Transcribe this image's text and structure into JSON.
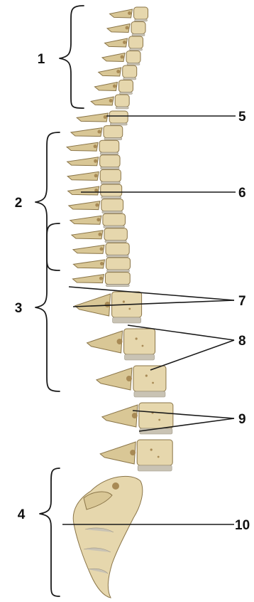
{
  "diagram": {
    "regions": [
      {
        "id": "1",
        "label": "1"
      },
      {
        "id": "2",
        "label": "2"
      },
      {
        "id": "3",
        "label": "3"
      },
      {
        "id": "4",
        "label": "4"
      }
    ],
    "callouts": [
      {
        "id": "5",
        "label": "5"
      },
      {
        "id": "6",
        "label": "6"
      },
      {
        "id": "7",
        "label": "7"
      },
      {
        "id": "8",
        "label": "8"
      },
      {
        "id": "9",
        "label": "9"
      },
      {
        "id": "10",
        "label": "10"
      }
    ],
    "colors": {
      "bone": "#e6d7ad",
      "bone_outline": "#8a7548",
      "disc": "#c9c3b4",
      "line": "#1a1a1a"
    }
  }
}
